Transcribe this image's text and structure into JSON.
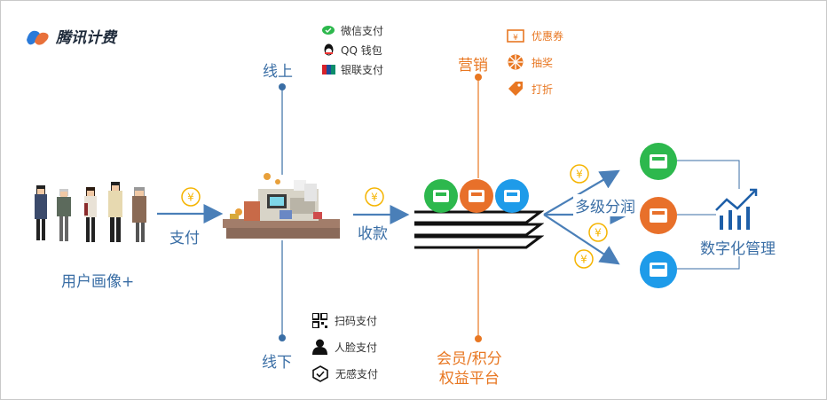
{
  "brand": {
    "name": "腾讯计费"
  },
  "labels": {
    "online": "线上",
    "offline": "线下",
    "user_profile": "用户画像+",
    "pay": "支付",
    "collect": "收款",
    "marketing": "营销",
    "membership_line1": "会员/积分",
    "membership_line2": "权益平台",
    "multi_level": "多级分润",
    "digital": "数字化管理"
  },
  "online_pay": [
    {
      "label": "微信支付",
      "icon": "wechat-pay-icon"
    },
    {
      "label": "QQ 钱包",
      "icon": "qq-wallet-icon"
    },
    {
      "label": "银联支付",
      "icon": "unionpay-icon"
    }
  ],
  "offline_pay": [
    {
      "label": "扫码支付",
      "icon": "qr-code-icon"
    },
    {
      "label": "人脸支付",
      "icon": "face-user-icon"
    },
    {
      "label": "无感支付",
      "icon": "seamless-pay-icon"
    }
  ],
  "promo": [
    {
      "label": "优惠券",
      "icon": "coupon-icon"
    },
    {
      "label": "抽奖",
      "icon": "lottery-icon"
    },
    {
      "label": "打折",
      "icon": "sale-tag-icon"
    }
  ],
  "colors": {
    "blue": "#3a6ea5",
    "orange": "#e87722",
    "green": "#2db84d",
    "sky": "#1e9be9",
    "yen": "#f5b400"
  }
}
